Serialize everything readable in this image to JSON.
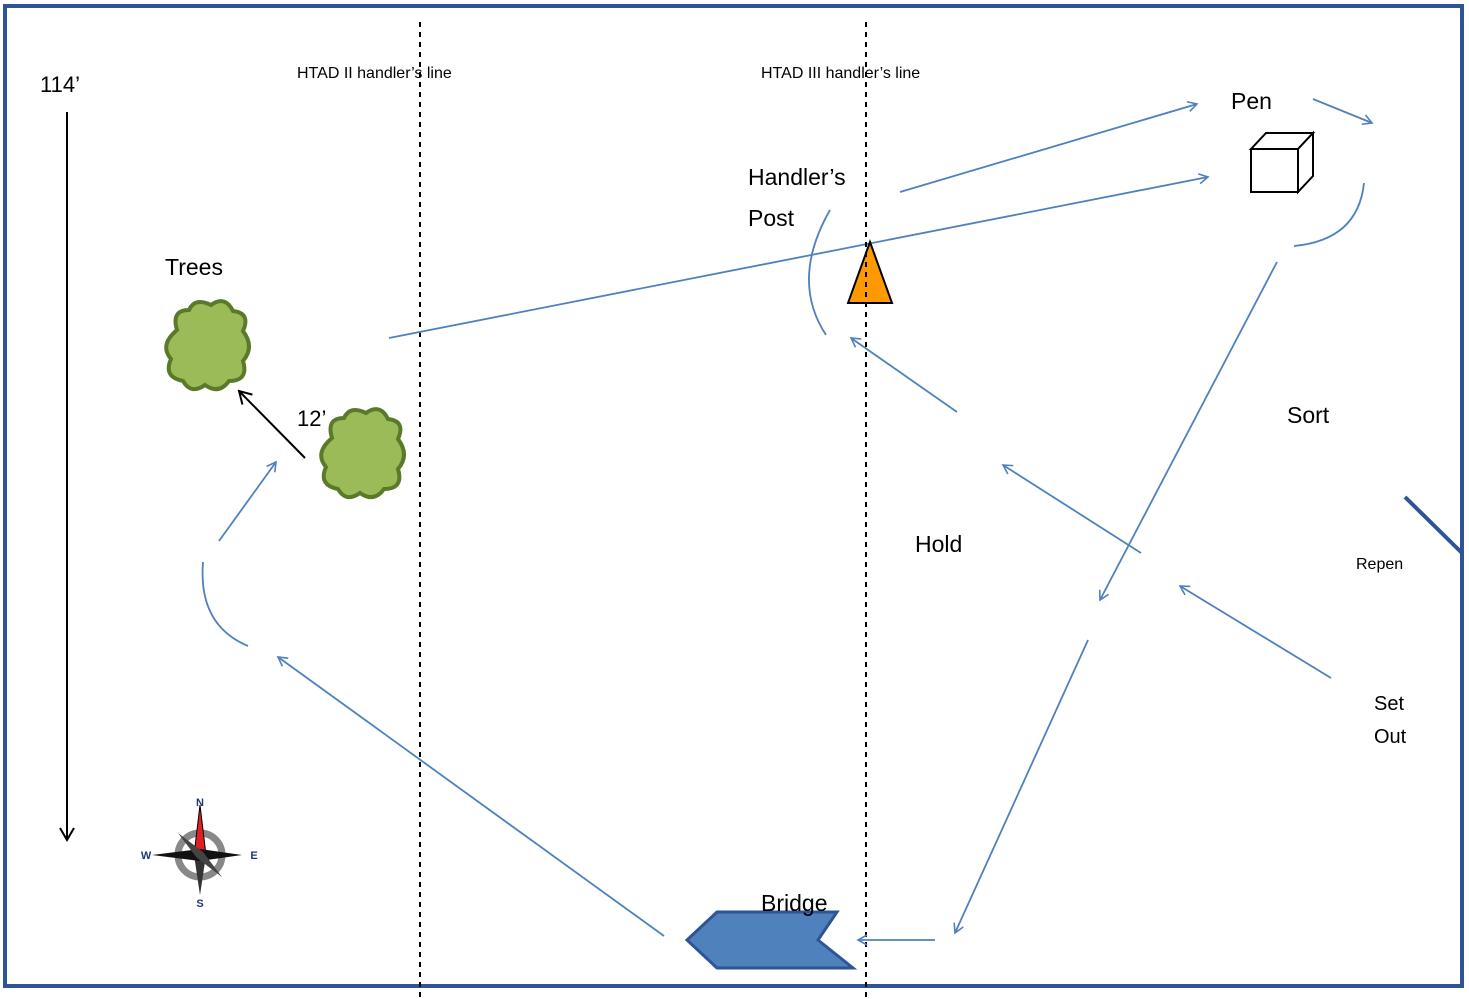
{
  "labels": {
    "length": "114’",
    "htad2_line": "HTAD II handler’s line",
    "htad3_line": "HTAD III handler’s line",
    "pen": "Pen",
    "handlers_post_line1": "Handler’s",
    "handlers_post_line2": "Post",
    "trees": "Trees",
    "distance": "12’",
    "sort": "Sort",
    "hold": "Hold",
    "repen": "Repen",
    "set_out_line1": "Set",
    "set_out_line2": "Out",
    "bridge": "Bridge"
  },
  "compass": {
    "north": "N",
    "south": "S",
    "east": "E",
    "west": "W"
  },
  "colors": {
    "border": "#2f5496",
    "path": "#4f81bd",
    "tree_fill": "#9bbb59",
    "tree_stroke": "#5a7a2a",
    "cone": "#ff9900",
    "bridge_fill": "#4f81bd",
    "bridge_stroke": "#2f5496",
    "compass_red": "#e02020"
  }
}
